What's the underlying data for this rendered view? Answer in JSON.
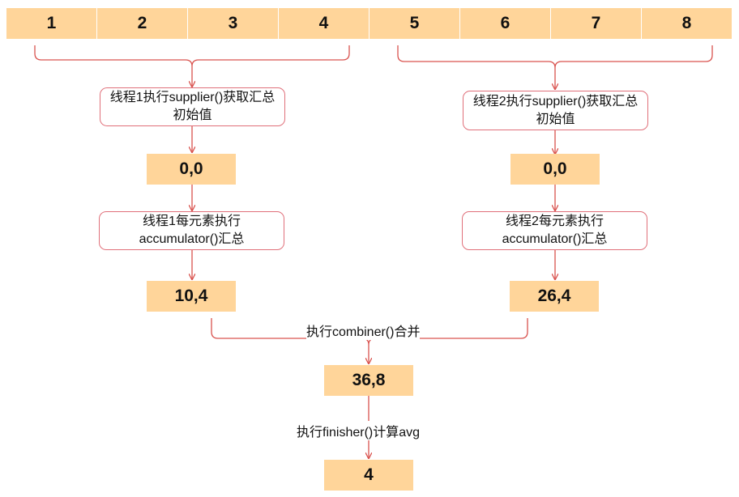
{
  "colors": {
    "box_fill": "#ffd59a",
    "line": "#d9534f",
    "proc_border": "#e0707a"
  },
  "input_array": [
    "1",
    "2",
    "3",
    "4",
    "5",
    "6",
    "7",
    "8"
  ],
  "thread1": {
    "supplier_label": "线程1执行supplier()获取汇总初始值",
    "initial_value": "0,0",
    "accumulator_label": "线程1每元素执行accumulator()汇总",
    "partial_result": "10,4"
  },
  "thread2": {
    "supplier_label": "线程2执行supplier()获取汇总初始值",
    "initial_value": "0,0",
    "accumulator_label": "线程2每元素执行accumulator()汇总",
    "partial_result": "26,4"
  },
  "combiner_label": "执行combiner()合并",
  "combined_result": "36,8",
  "finisher_label": "执行finisher()计算avg",
  "final_result": "4"
}
